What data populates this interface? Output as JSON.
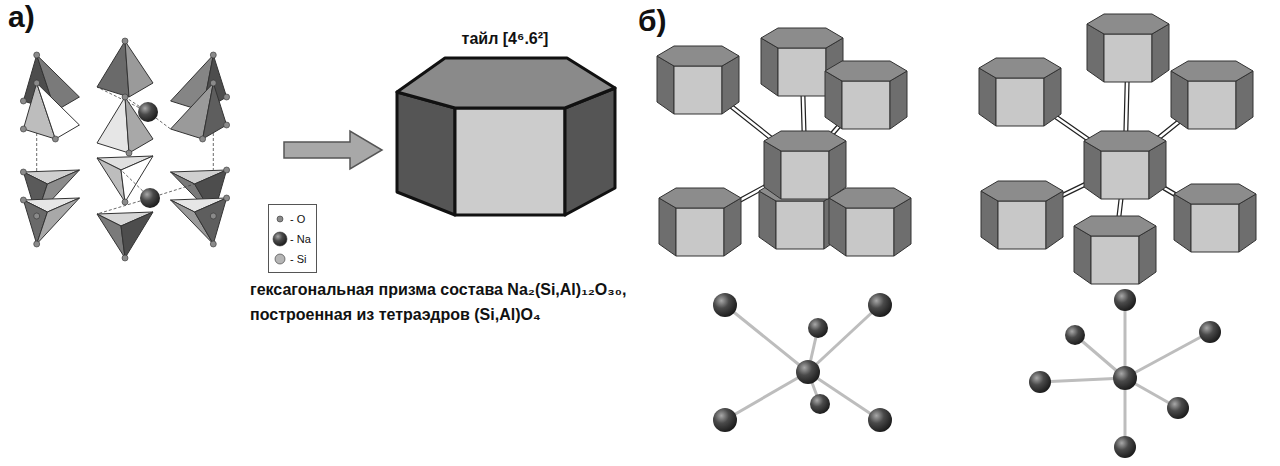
{
  "diagram": {
    "labels": [
      "а)",
      "тайл [4⁶.6²]",
      "гексагональная призма состава Na₂(Si,Al)₁₂O₃₀, построенная из тетраэдров (Si,Al)O₄",
      "б)"
    ],
    "legend": [
      {
        "text": "- O"
      },
      {
        "text": "- Na"
      },
      {
        "text": "- Si"
      }
    ]
  }
}
